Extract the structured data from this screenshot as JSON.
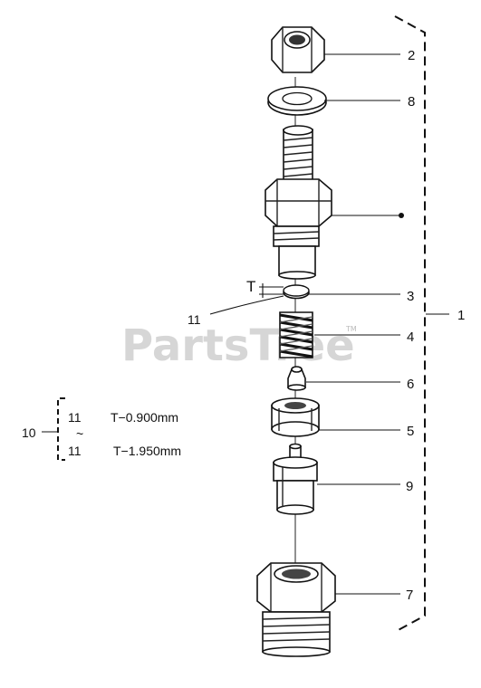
{
  "watermark": {
    "text": "PartsTree",
    "trademark": "TM"
  },
  "callouts": {
    "c1": "1",
    "c2": "2",
    "c8": "8",
    "c3": "3",
    "c4": "4",
    "c6": "6",
    "c5": "5",
    "c9": "9",
    "c7": "7",
    "c11": "11",
    "thickness_symbol": "T"
  },
  "shim_kit": {
    "number": "10",
    "rows": [
      {
        "part": "11",
        "spec": "T−0.900mm"
      },
      {
        "part": "11",
        "spec": "T−1.950mm"
      }
    ],
    "range_symbol": "~"
  }
}
